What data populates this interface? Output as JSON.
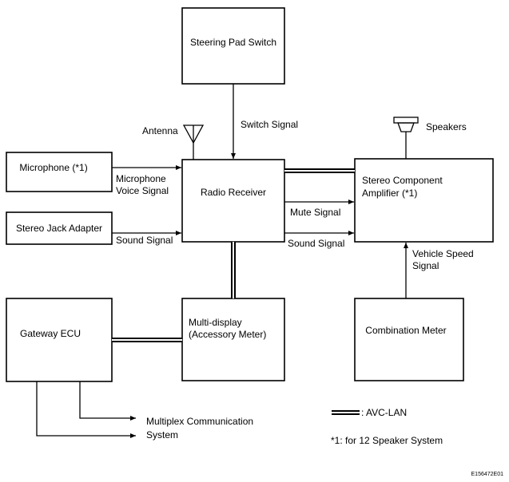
{
  "boxes": {
    "steering_pad_switch": "Steering Pad Switch",
    "microphone": "Microphone (*1)",
    "stereo_jack_adapter": "Stereo Jack Adapter",
    "radio_receiver": "Radio Receiver",
    "stereo_component_amplifier": [
      "Stereo Component",
      "Amplifier (*1)"
    ],
    "gateway_ecu": "Gateway ECU",
    "multi_display": [
      "Multi-display",
      "(Accessory Meter)"
    ],
    "combination_meter": "Combination Meter"
  },
  "labels": {
    "antenna": "Antenna",
    "speakers": "Speakers",
    "switch_signal": "Switch Signal",
    "microphone_voice_signal": [
      "Microphone",
      "Voice Signal"
    ],
    "sound_signal_left": "Sound Signal",
    "mute_signal": "Mute Signal",
    "sound_signal_right": "Sound Signal",
    "vehicle_speed_signal": [
      "Vehicle Speed",
      "Signal"
    ],
    "multiplex_communication_system": [
      "Multiplex Communication",
      "System"
    ]
  },
  "legend": {
    "avc_lan": ": AVC-LAN",
    "footnote": "*1: for 12 Speaker System"
  },
  "figure_id": "E156472E01"
}
